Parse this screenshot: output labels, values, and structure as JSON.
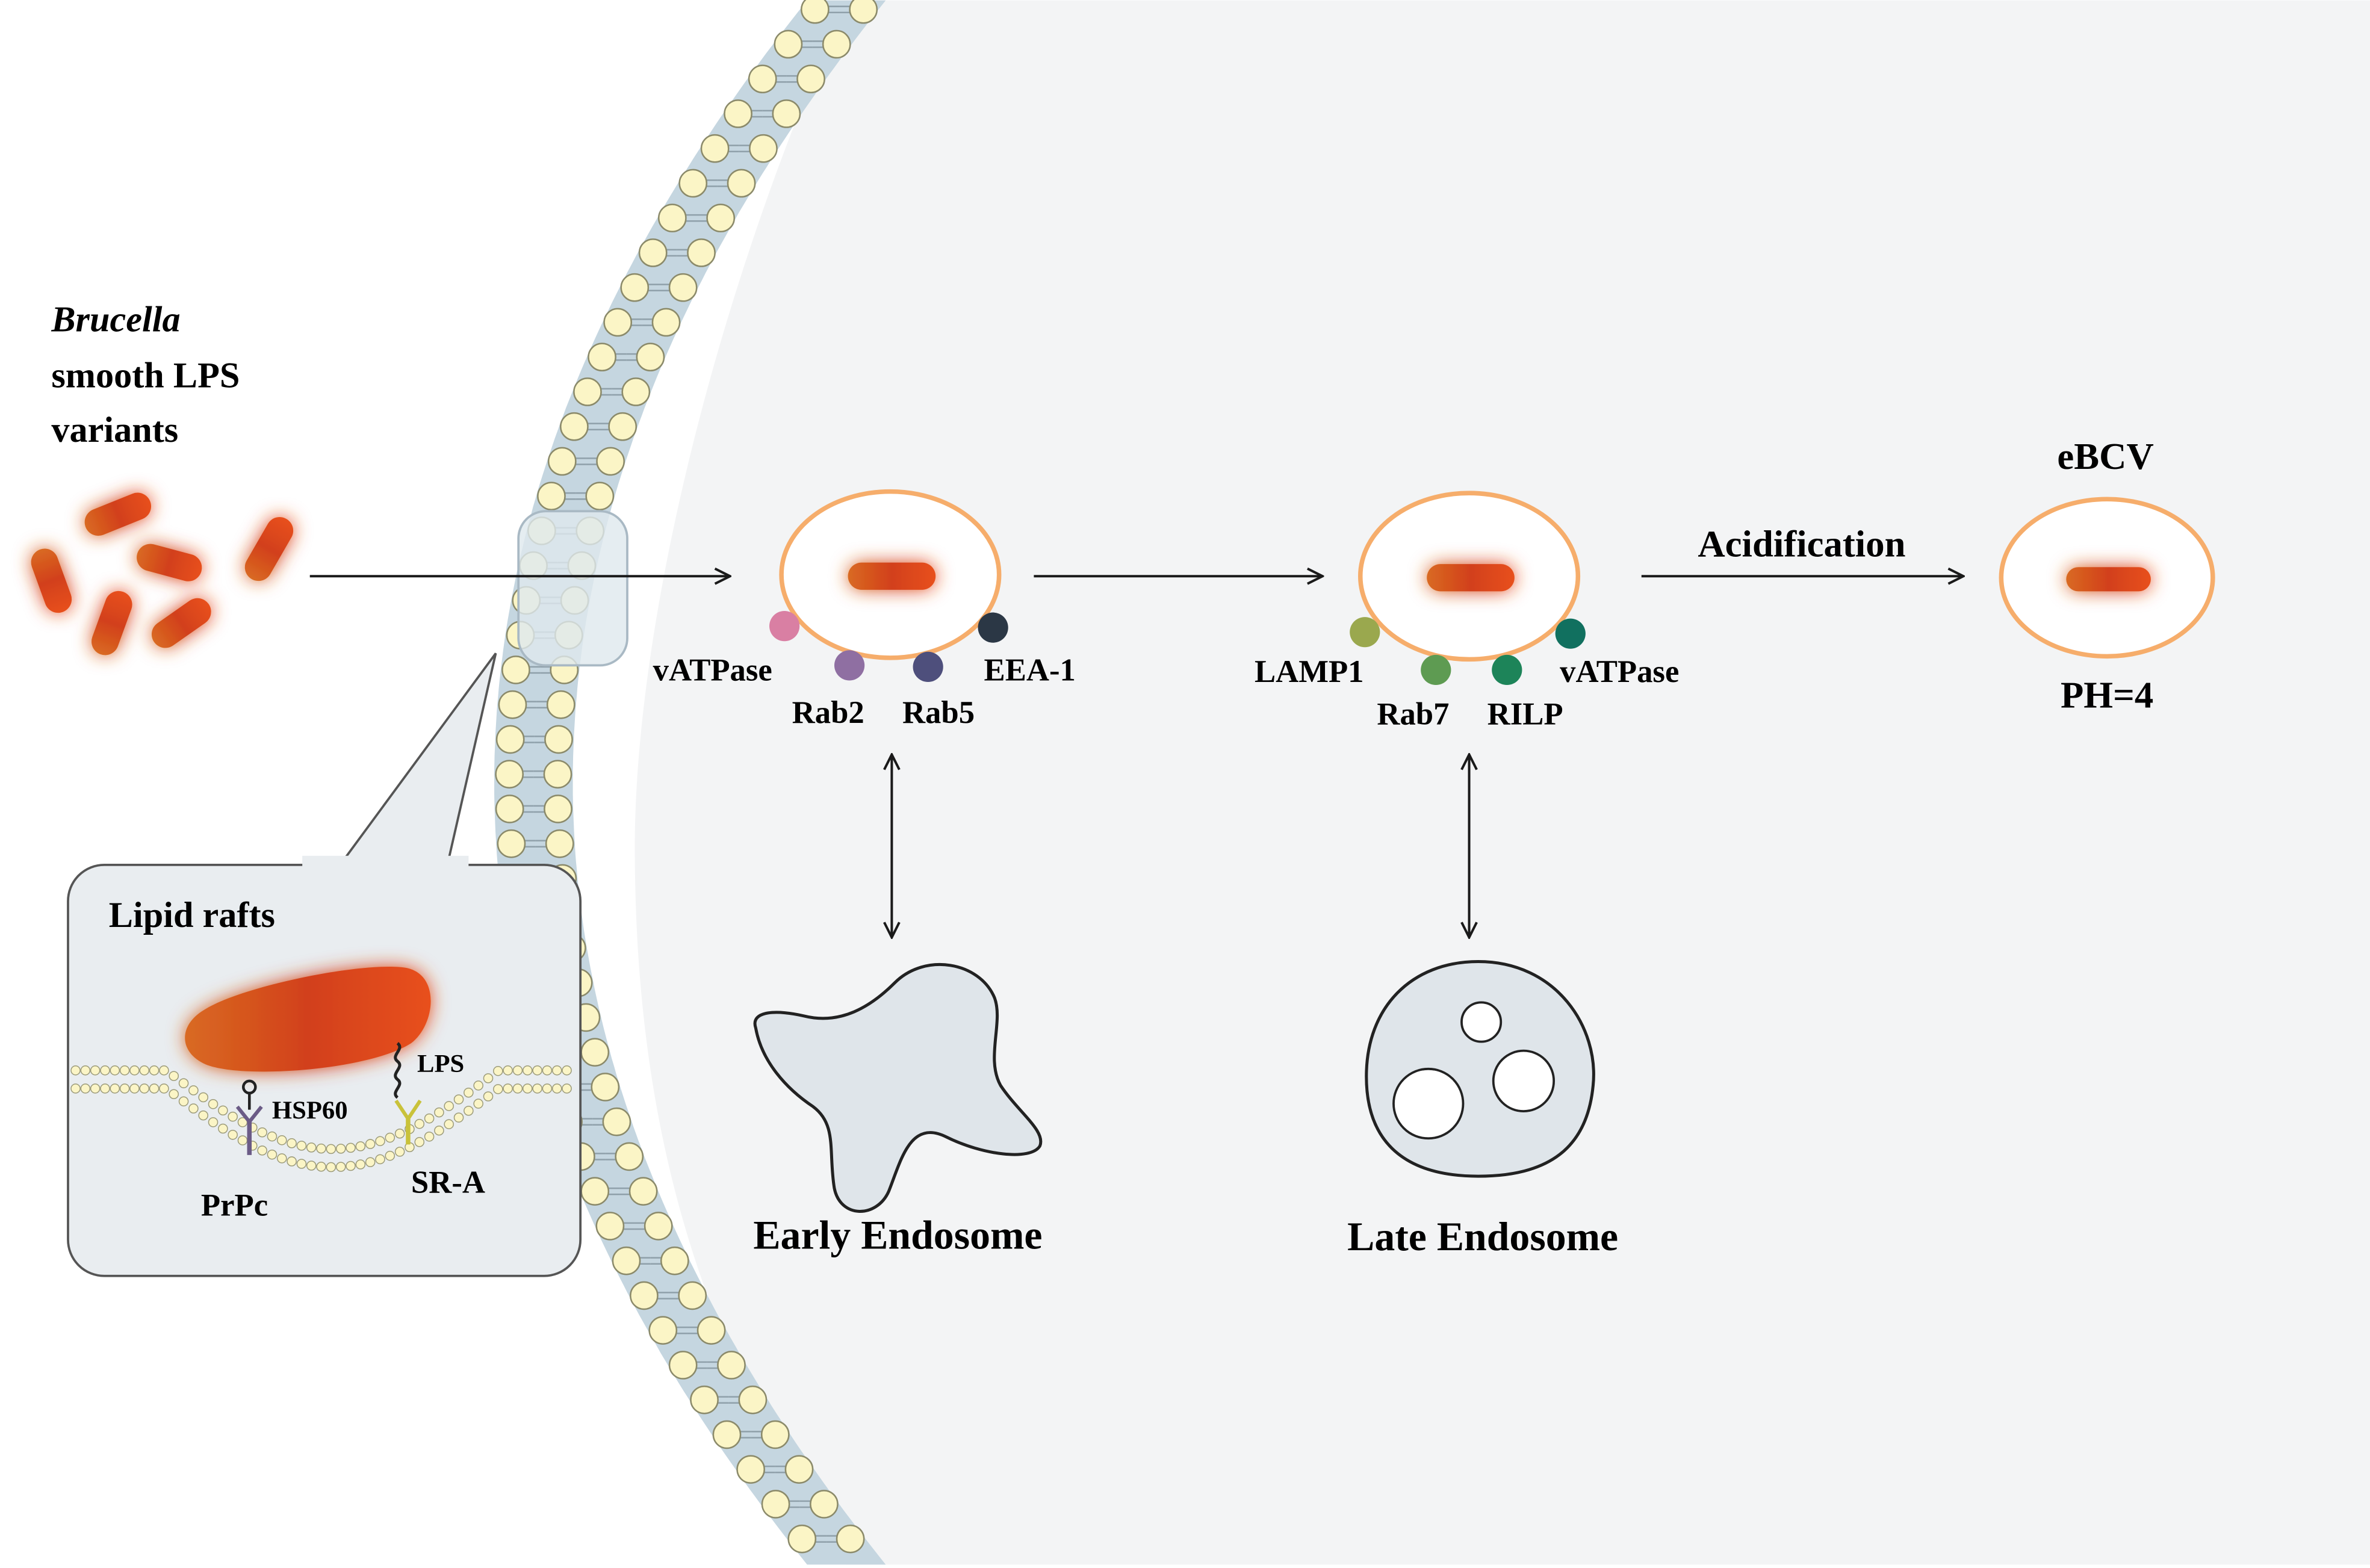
{
  "bacteria_label": {
    "line1": "Brucella",
    "line2": "smooth LPS",
    "line3": "variants"
  },
  "inset": {
    "title": "Lipid rafts",
    "labels": {
      "lps": "LPS",
      "hsp60": "HSP60",
      "prpc": "PrPc",
      "sra": "SR-A"
    }
  },
  "vacuole1": {
    "markers": [
      "vATPase",
      "Rab2",
      "Rab5",
      "EEA-1"
    ]
  },
  "vacuole2": {
    "markers": [
      "LAMP1",
      "Rab7",
      "RILP",
      "vATPase"
    ]
  },
  "vacuole3": {
    "title": "eBCV",
    "ph": "PH=4"
  },
  "arrows": {
    "acidification": "Acidification"
  },
  "early_endosome": {
    "label": "Early Endosome"
  },
  "late_endosome": {
    "label": "Late Endosome"
  },
  "colors": {
    "cytoplasm": "#f3f4f5",
    "membrane_band": "#c5d6e0",
    "lipid_head": "#fbf5c6",
    "vacuole_ring": "#f6ad6b",
    "bacterium_core": "#d2401a",
    "bacterium_glow": "#f7a144",
    "vatpase_pink": "#d97fa3",
    "rab2_purple": "#8f6fa2",
    "rab5_blue": "#4e4f7c",
    "eea1_navy": "#2b3745",
    "lamp1_olive": "#9aa84e",
    "rab7_green": "#5e9b52",
    "rilp_green": "#1d8459",
    "vatpase_teal": "#11705f",
    "endosome_fill": "#dfe5ea",
    "prpc_purple": "#6b5b86",
    "sra_yellow": "#c9c23a"
  }
}
